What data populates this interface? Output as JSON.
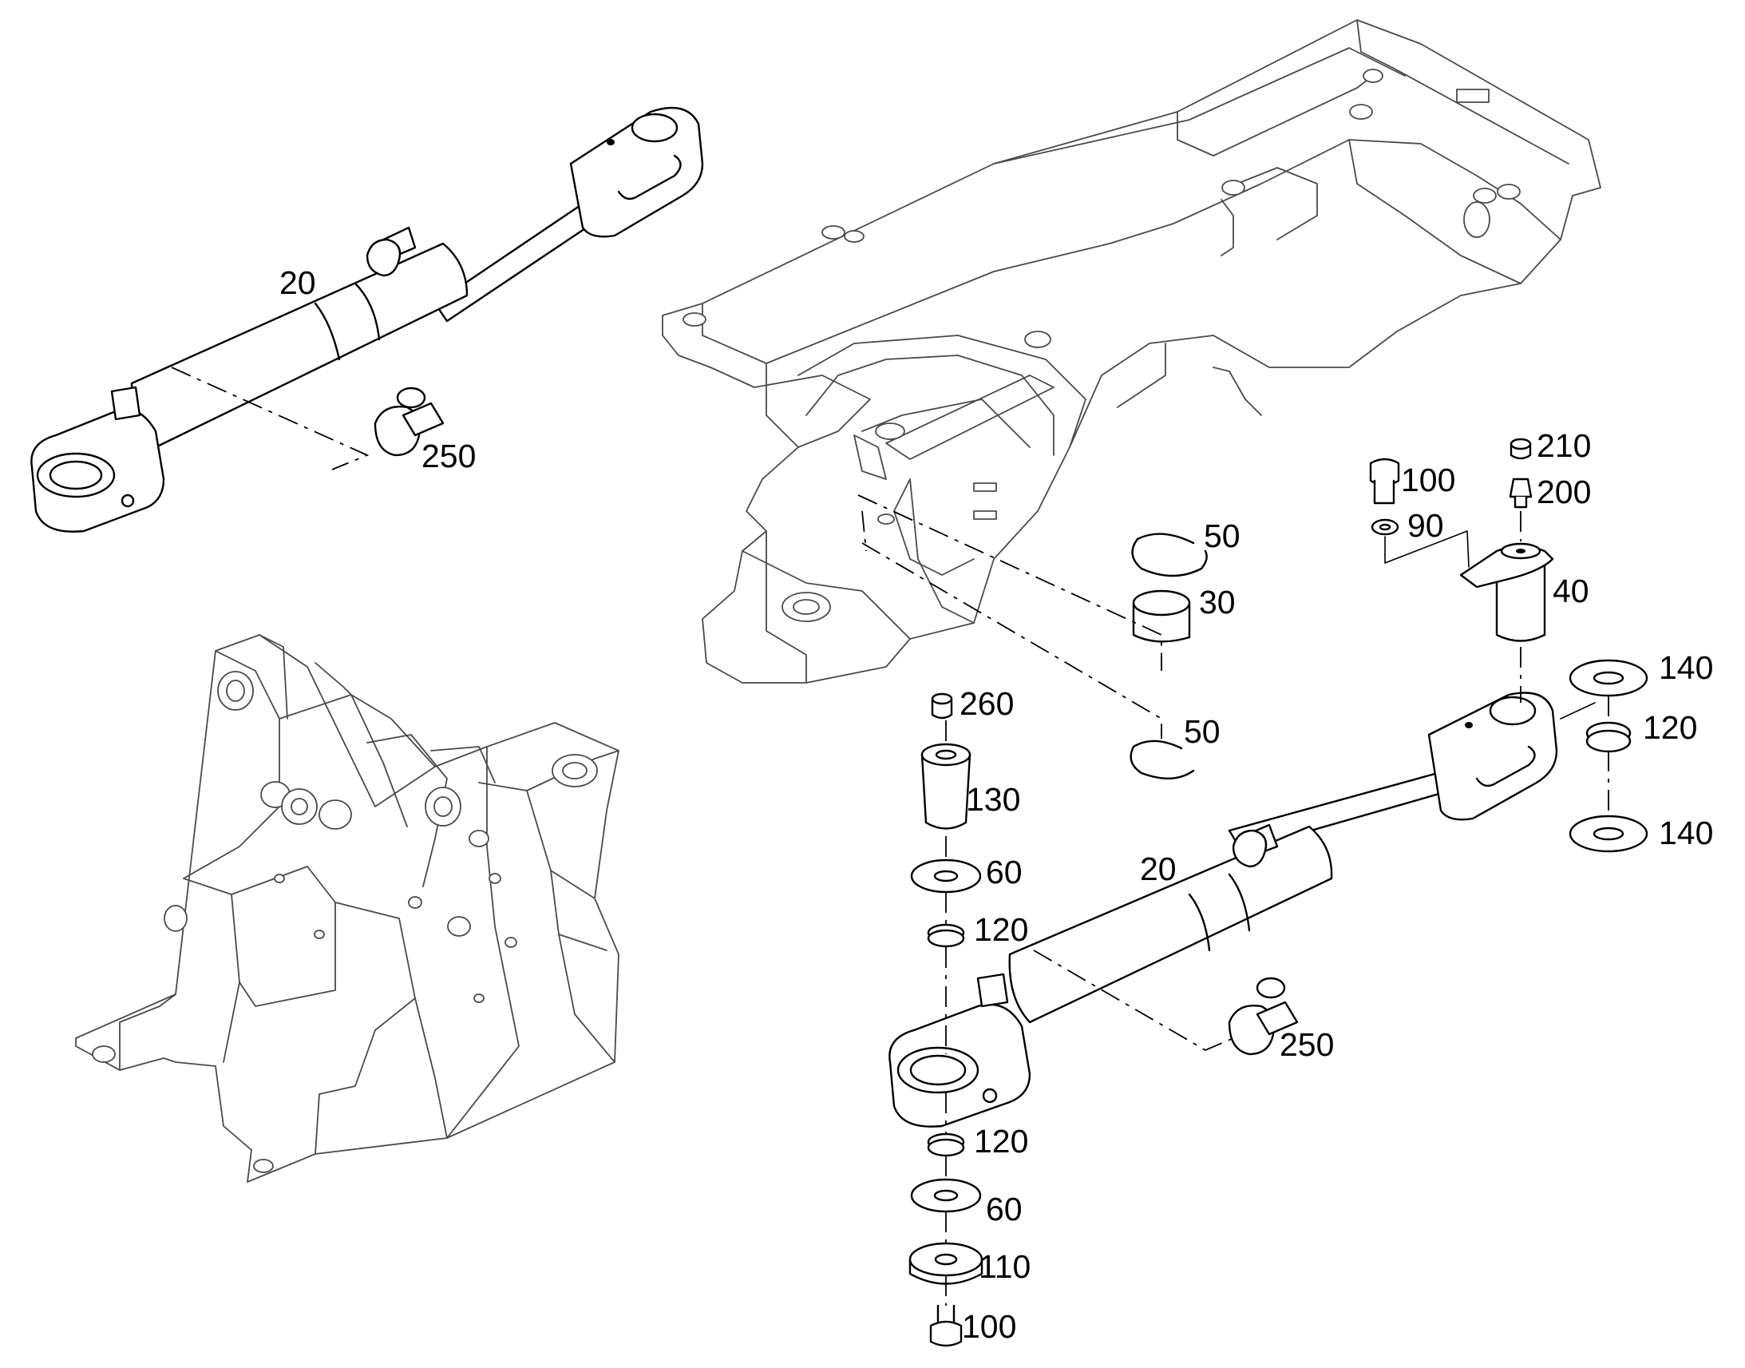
{
  "callouts": {
    "c20_top": "20",
    "c250_top": "250",
    "c50_top": "50",
    "c30": "30",
    "c50_bottom": "50",
    "c100_top": "100",
    "c90": "90",
    "c210": "210",
    "c200": "200",
    "c40": "40",
    "c140_top": "140",
    "c120_right": "120",
    "c140_bottom": "140",
    "c260": "260",
    "c130": "130",
    "c60_top": "60",
    "c120_upper": "120",
    "c20_bottom": "20",
    "c250_bottom": "250",
    "c120_lower": "120",
    "c60_bottom": "60",
    "c110": "110",
    "c100_bottom": "100"
  }
}
